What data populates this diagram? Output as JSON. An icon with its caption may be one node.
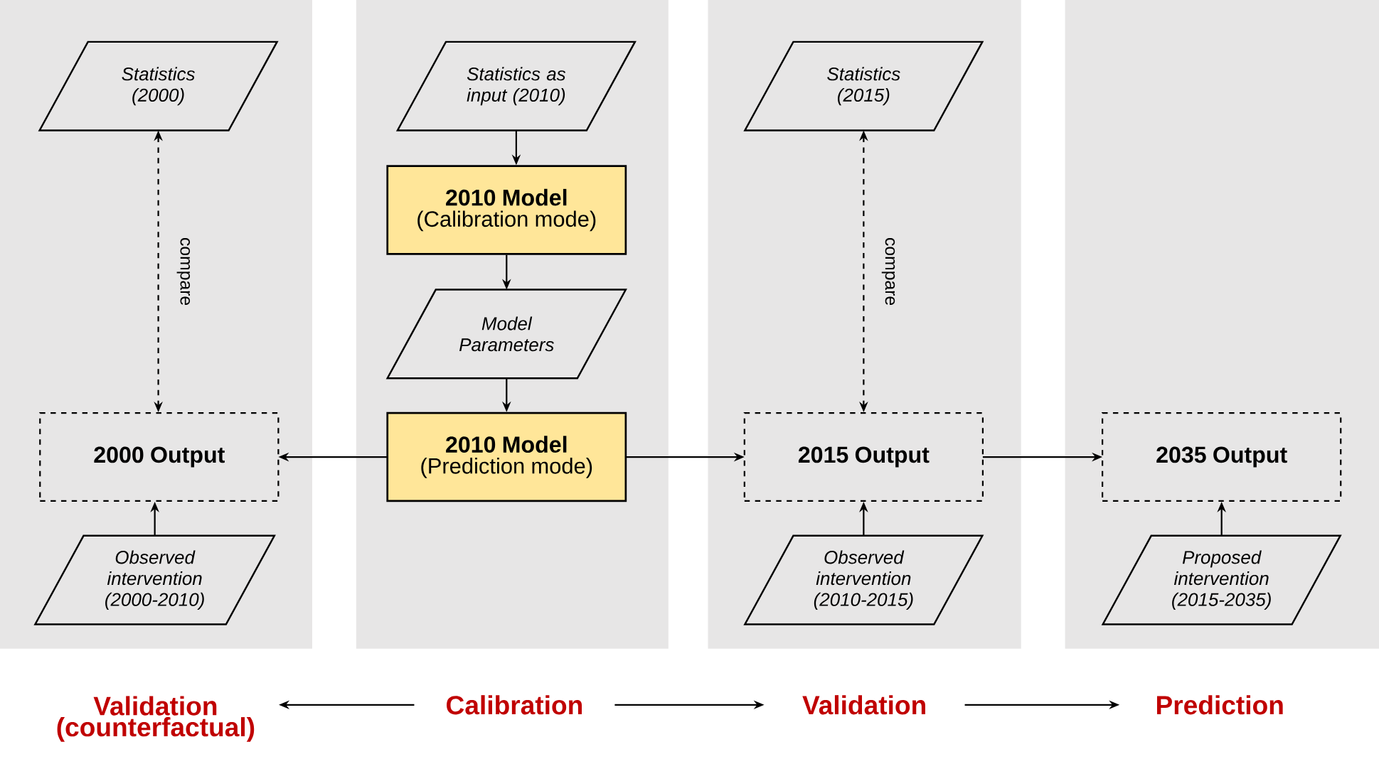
{
  "diagram": {
    "nodes": [
      {
        "text": [
          "Statistics (2000)"
        ]
      },
      {
        "text": [
          "Statistics as input (2010)"
        ]
      },
      {
        "text": [
          "2010 Model",
          "(Calibration mode)"
        ]
      },
      {
        "text": [
          "Model Parameters"
        ]
      },
      {
        "text": [
          "2010 Model",
          "(Prediction mode)"
        ]
      },
      {
        "text": [
          "Statistics (2015)"
        ]
      },
      {
        "text": [
          "2000 Output"
        ]
      },
      {
        "text": [
          "2015 Output"
        ]
      },
      {
        "text": [
          "2035 Output"
        ]
      },
      {
        "text": [
          "Observed intervention (2000-2010)"
        ]
      },
      {
        "text": [
          "Observed intervention (2010-2015)"
        ]
      },
      {
        "text": [
          "Proposed intervention (2015-2035)"
        ]
      },
      {
        "text": [
          "Validation (counterfactual)"
        ]
      },
      {
        "text": [
          "Calibration"
        ]
      },
      {
        "text": [
          "Validation"
        ]
      },
      {
        "text": [
          "Prediction"
        ]
      }
    ],
    "edges": [
      {
        "from": 1,
        "to": 2,
        "arrow": "to"
      },
      {
        "from": 2,
        "to": 3,
        "arrow": "to"
      },
      {
        "from": 3,
        "to": 4,
        "arrow": "to"
      },
      {
        "from": 4,
        "to": 6,
        "arrow": "to"
      },
      {
        "from": 4,
        "to": 7,
        "arrow": "to"
      },
      {
        "from": 7,
        "to": 8,
        "arrow": "to"
      },
      {
        "from": 0,
        "to": 6,
        "arrow": "both",
        "style": "dashed",
        "label": "compare"
      },
      {
        "from": 5,
        "to": 7,
        "arrow": "both",
        "style": "dashed",
        "label": "compare"
      },
      {
        "from": 9,
        "to": 6,
        "arrow": "to"
      },
      {
        "from": 10,
        "to": 7,
        "arrow": "to"
      },
      {
        "from": 11,
        "to": 8,
        "arrow": "to"
      },
      {
        "from": 13,
        "to": 12,
        "arrow": "to"
      },
      {
        "from": 13,
        "to": 14,
        "arrow": "to"
      },
      {
        "from": 14,
        "to": 15,
        "arrow": "to"
      }
    ]
  }
}
